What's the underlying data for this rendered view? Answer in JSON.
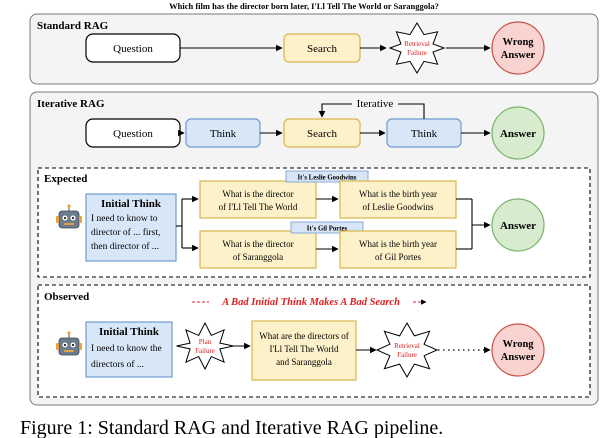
{
  "question": "Which film has the director born later, I'Ll Tell The World or Saranggola?",
  "standard": {
    "title": "Standard RAG",
    "question_label": "Question",
    "search_label": "Search",
    "retrieval_failure_line1": "Retrieval",
    "retrieval_failure_line2": "Failure",
    "wrong_answer_line1": "Wrong",
    "wrong_answer_line2": "Answer"
  },
  "iterative": {
    "title": "Iterative RAG",
    "question_label": "Question",
    "think_label": "Think",
    "search_label": "Search",
    "think2_label": "Think",
    "loop_label": "Iterative",
    "answer_label": "Answer"
  },
  "expected": {
    "title": "Expected",
    "initial_title": "Initial Think",
    "initial_lines": [
      "I need to know to",
      "director of ... first,",
      "then director of ..."
    ],
    "badge_top": "It's Leslie Goodwins",
    "badge_bottom": "It's Gil Portes",
    "box1_lines": [
      "What is the director",
      "of I'Ll Tell The World"
    ],
    "box2_lines": [
      "What is the birth year",
      "of Leslie Goodwins"
    ],
    "box3_lines": [
      "What is the director",
      "of Saranggola"
    ],
    "box4_lines": [
      "What is the birth year",
      "of Gil Portes"
    ],
    "answer_label": "Answer"
  },
  "observed": {
    "title": "Observed",
    "banner": "A Bad Initial Think Makes A Bad Search",
    "initial_title": "Initial Think",
    "initial_lines": [
      "I need to know the",
      "directors of ..."
    ],
    "plan_failure_line1": "Plan",
    "plan_failure_line2": "Failure",
    "box_lines": [
      "What are the directors of",
      "I'Ll Tell The World",
      "and Saranggola"
    ],
    "retrieval_failure_line1": "Retrieval",
    "retrieval_failure_line2": "Failure",
    "ellipsis": ".......",
    "wrong_answer_line1": "Wrong",
    "wrong_answer_line2": "Answer"
  },
  "caption": "Figure 1: Standard RAG and Iterative RAG pipeline.",
  "colors": {
    "search_fill": "#fcf1c9",
    "search_stroke": "#d8b64c",
    "think_fill": "#d8e7f8",
    "think_stroke": "#6f9bd1",
    "answer_fill": "#d7eccf",
    "answer_stroke": "#79b36a",
    "wrong_fill": "#f8d3d0",
    "wrong_stroke": "#c9524a",
    "failure_text": "#e02020",
    "panel_fill": "#f4f4f4",
    "badge_fill": "#d8e5f7"
  }
}
